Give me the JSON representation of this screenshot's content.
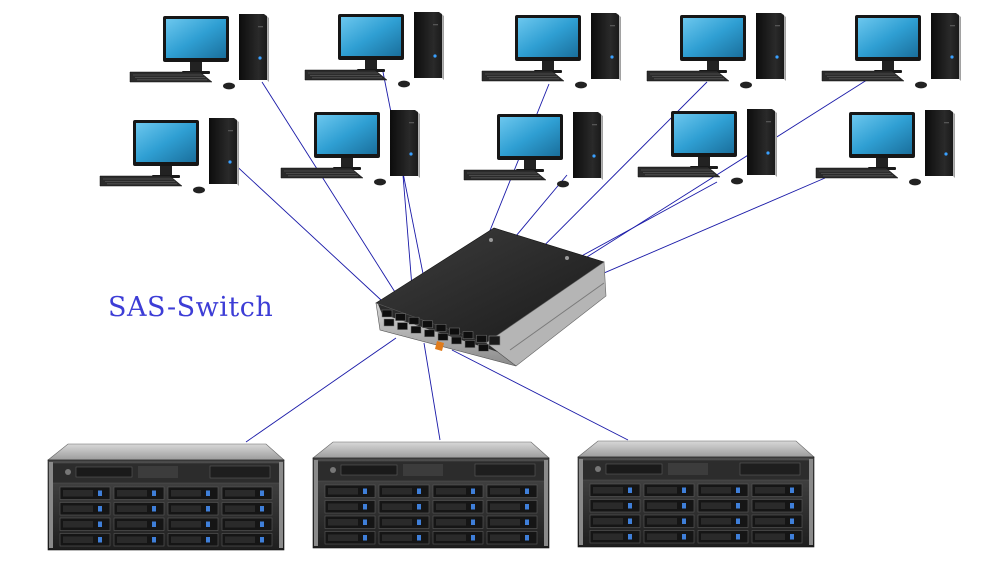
{
  "diagram": {
    "label": "SAS-Switch",
    "colors": {
      "link": "#1a1aa8",
      "label": "#3d3dd6",
      "screen": "#3aa9d8",
      "monitor_frame": "#1c1c1c",
      "switch_body": "#2b2b2b",
      "switch_front": "#bfbfbf",
      "server_body": "#3a3a3a"
    },
    "workstations": [
      {
        "id": "pc-1"
      },
      {
        "id": "pc-2"
      },
      {
        "id": "pc-3"
      },
      {
        "id": "pc-4"
      },
      {
        "id": "pc-5"
      },
      {
        "id": "pc-6"
      },
      {
        "id": "pc-7"
      },
      {
        "id": "pc-8"
      },
      {
        "id": "pc-9"
      },
      {
        "id": "pc-10"
      }
    ],
    "storage_servers": [
      {
        "id": "server-1"
      },
      {
        "id": "server-2"
      },
      {
        "id": "server-3"
      }
    ]
  }
}
